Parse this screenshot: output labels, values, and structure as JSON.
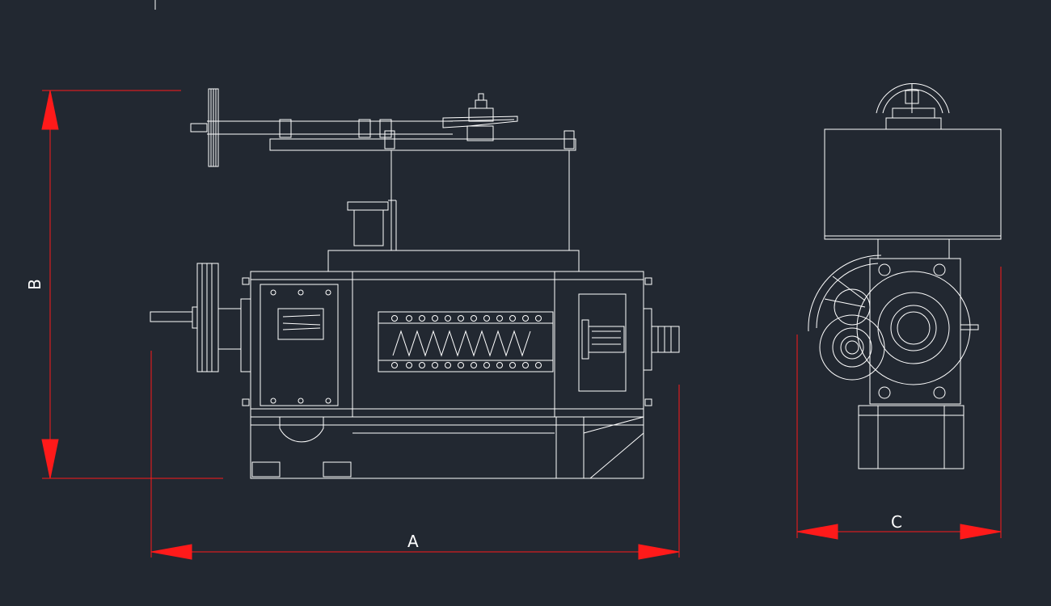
{
  "dimensions": {
    "width_label": "A",
    "height_label": "B",
    "depth_label": "C"
  },
  "colors": {
    "background": "#222831",
    "linework": "#ffffff",
    "dimension": "#ff1a1a"
  }
}
